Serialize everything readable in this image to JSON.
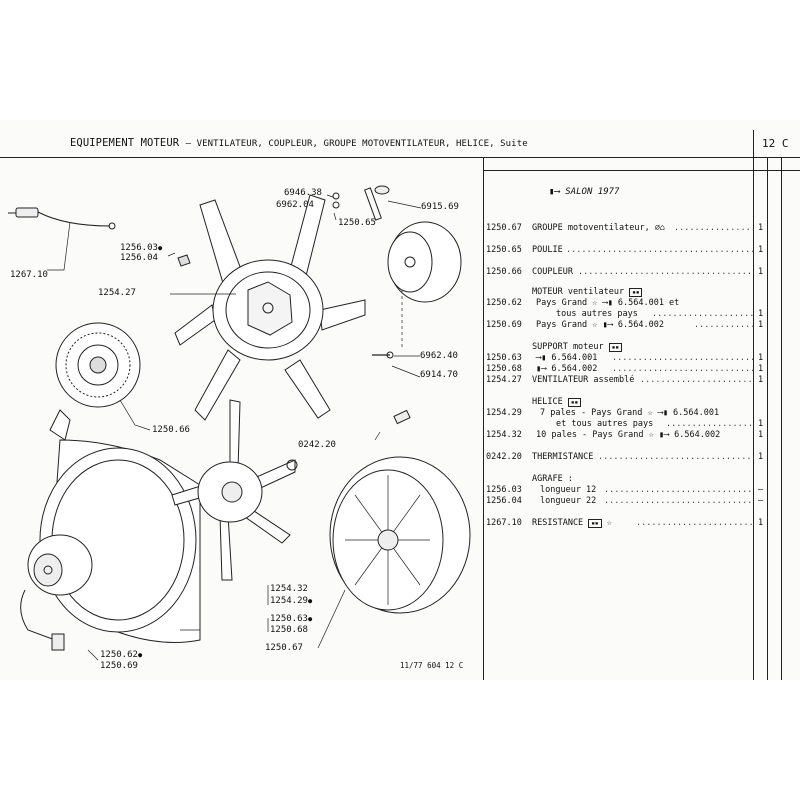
{
  "header": {
    "title": "EQUIPEMENT MOTEUR",
    "subtitle": "– VENTILATEUR, COUPLEUR, GROUPE MOTOVENTILATEUR, HELICE, Suite",
    "page_number": "12 C"
  },
  "diagram": {
    "callouts": [
      "6946.38",
      "6962.04",
      "6915.69",
      "1250.65",
      "1256.03",
      "1256.04",
      "1267.10",
      "1254.27",
      "6962.40",
      "6914.70",
      "1250.66",
      "0242.20",
      "1254.32",
      "1254.29",
      "1250.63",
      "1250.68",
      "1250.67",
      "1250.62",
      "1250.69"
    ],
    "footer": "11/77 604 12 C"
  },
  "parts_list": {
    "salon": "SALON 1977",
    "rows": [
      {
        "ref": "1250.67",
        "text": "GROUPE motoventilateur, ⌀⌂",
        "qty": "1"
      },
      {
        "ref": "1250.65",
        "text": "POULIE",
        "qty": "1"
      },
      {
        "ref": "1250.66",
        "text": "COUPLEUR",
        "qty": "1"
      },
      {
        "ref": "",
        "text": "MOTEUR ventilateur",
        "qty": ""
      },
      {
        "ref": "1250.62",
        "text": "Pays Grand ☆ ⟶▮ 6.564.001 et",
        "qty": ""
      },
      {
        "ref": "",
        "text": "tous autres pays",
        "qty": "1"
      },
      {
        "ref": "1250.69",
        "text": "Pays Grand ☆ ▮⟶ 6.564.002",
        "qty": "1"
      },
      {
        "ref": "",
        "text": "SUPPORT moteur",
        "qty": ""
      },
      {
        "ref": "1250.63",
        "text": "⟶▮ 6.564.001",
        "qty": "1"
      },
      {
        "ref": "1250.68",
        "text": "▮⟶ 6.564.002",
        "qty": "1"
      },
      {
        "ref": "1254.27",
        "text": "VENTILATEUR assemblé",
        "qty": "1"
      },
      {
        "ref": "",
        "text": "HELICE",
        "qty": ""
      },
      {
        "ref": "1254.29",
        "text": "7 pales - Pays Grand ☆ ⟶▮ 6.564.001",
        "qty": ""
      },
      {
        "ref": "",
        "text": "et tous autres pays",
        "qty": "1"
      },
      {
        "ref": "1254.32",
        "text": "10 pales - Pays Grand ☆ ▮⟶ 6.564.002",
        "qty": "1"
      },
      {
        "ref": "0242.20",
        "text": "THERMISTANCE",
        "qty": "1"
      },
      {
        "ref": "",
        "text": "AGRAFE :",
        "qty": ""
      },
      {
        "ref": "1256.03",
        "text": "longueur 12",
        "qty": "–"
      },
      {
        "ref": "1256.04",
        "text": "longueur 22",
        "qty": "–"
      },
      {
        "ref": "1267.10",
        "text": "RESISTANCE",
        "qty": "1"
      }
    ]
  }
}
